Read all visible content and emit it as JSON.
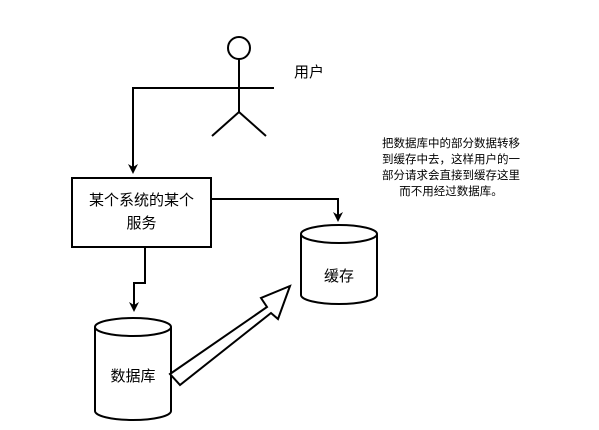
{
  "actor": {
    "label": "用户"
  },
  "service": {
    "line1": "某个系统的某个",
    "line2": "服务"
  },
  "cache": {
    "label": "缓存"
  },
  "database": {
    "label": "数据库"
  },
  "note": {
    "lines": [
      "把数据库中的部分数据转移",
      "到缓存中去，这样用户的一",
      "部分请求会直接到缓存这里",
      "而不用经过数据库。"
    ]
  }
}
